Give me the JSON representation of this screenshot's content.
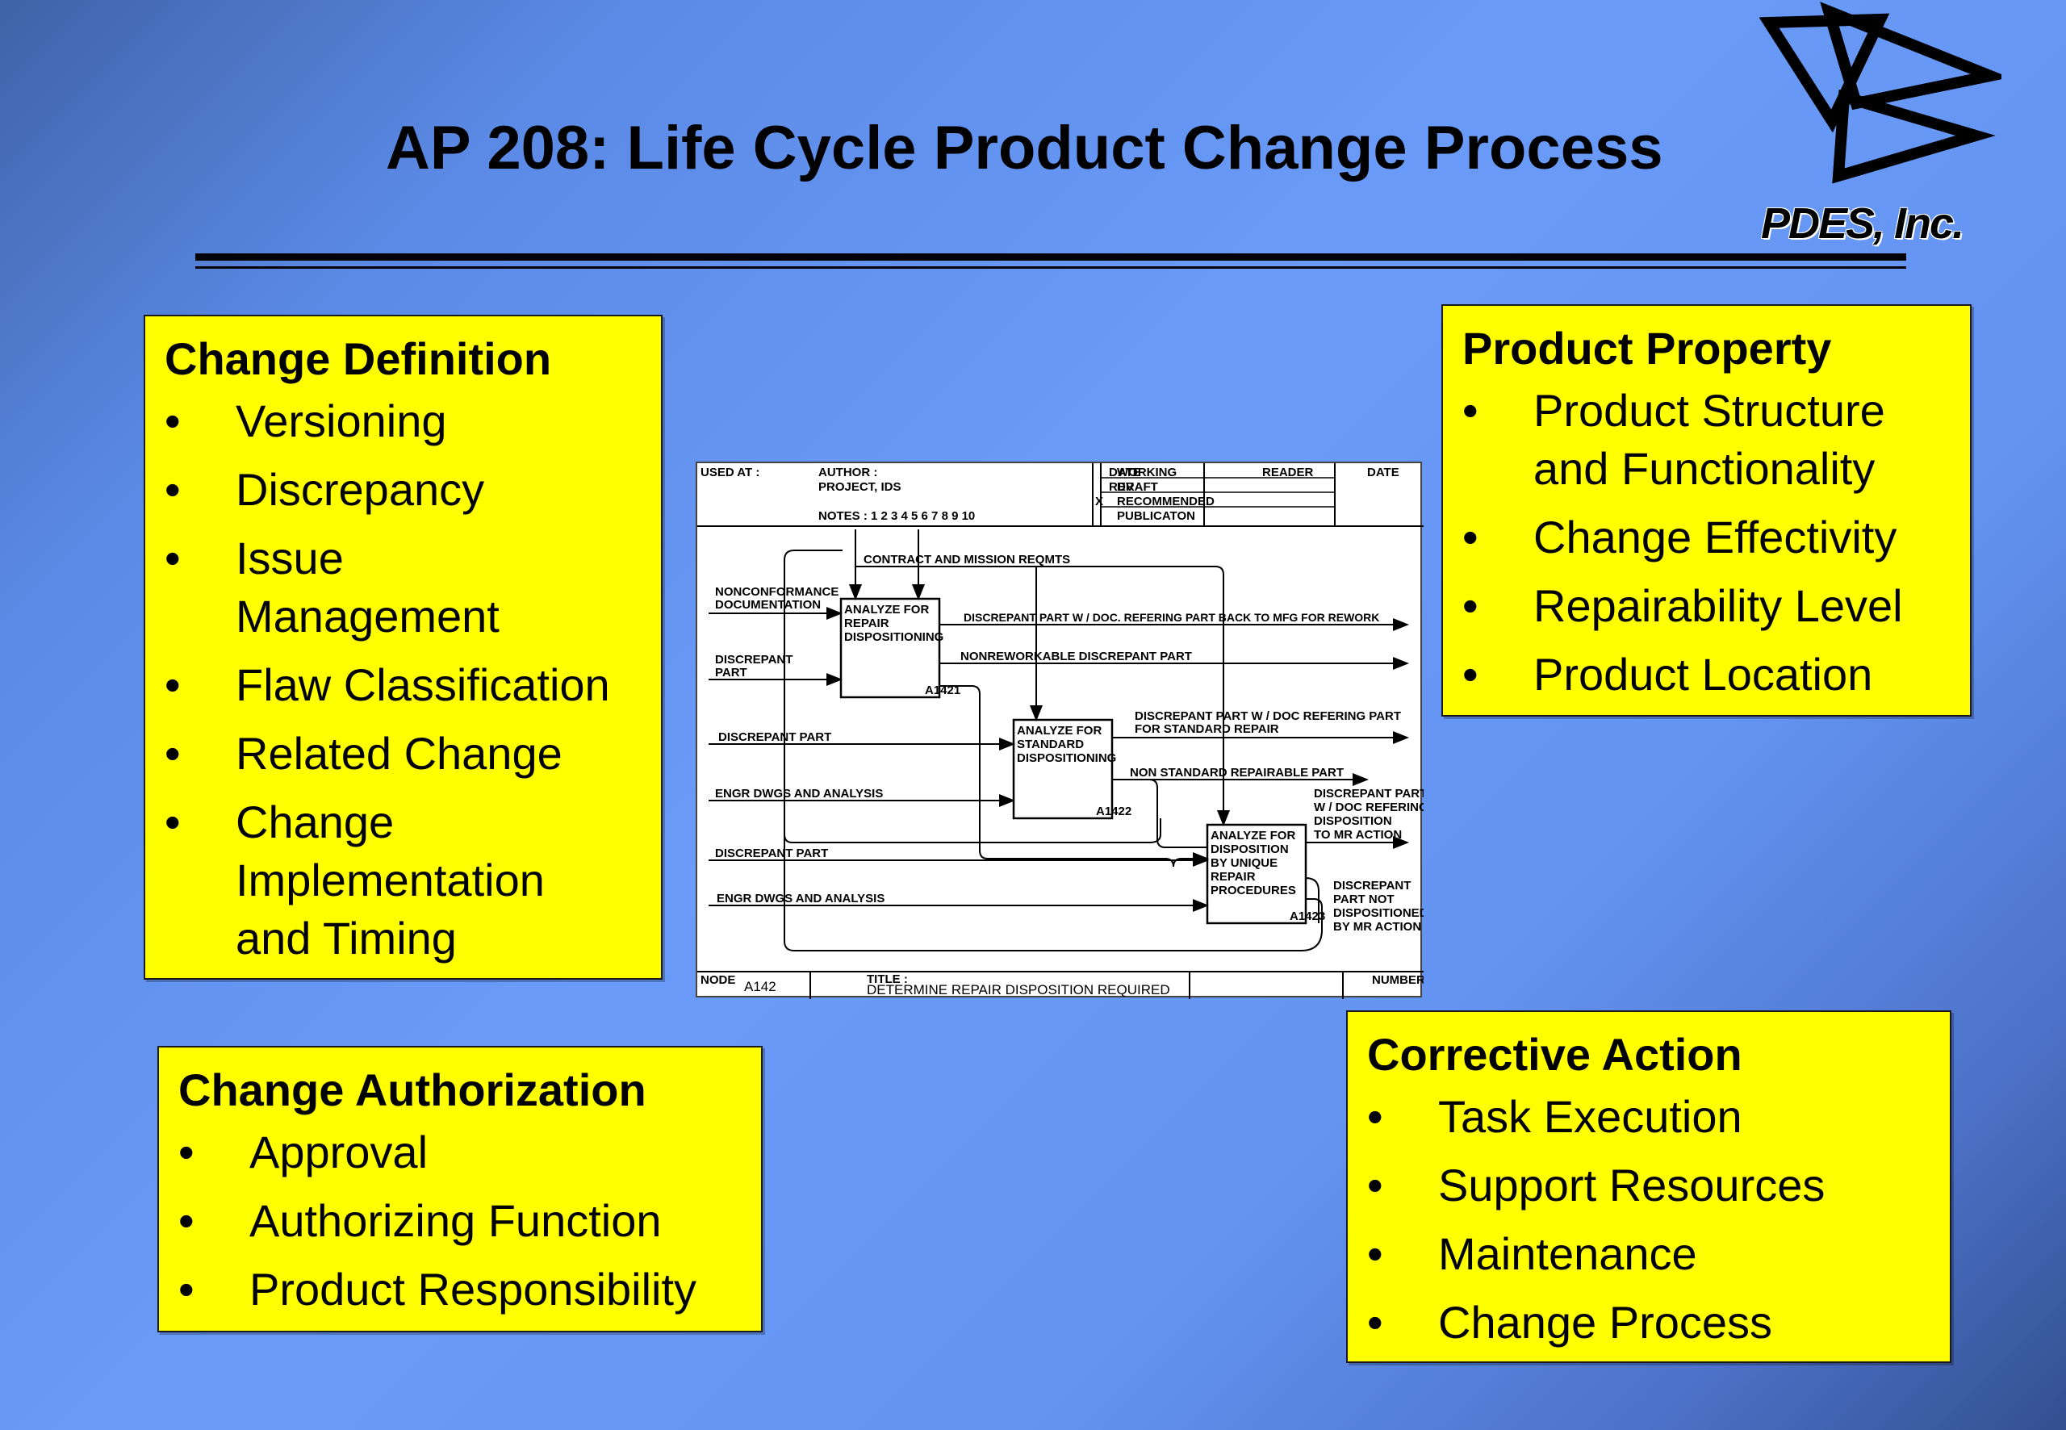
{
  "title": "AP 208:  Life Cycle Product Change Process",
  "logo": {
    "text": "PDES, Inc.",
    "icon": "pdes-triangles-logo"
  },
  "boxes": {
    "change_definition": {
      "heading": "Change Definition",
      "items": [
        "Versioning",
        "Discrepancy",
        "Issue Management",
        "Flaw Classification",
        "Related Change",
        "Change Implementation and Timing"
      ]
    },
    "product_property": {
      "heading": "Product Property",
      "items": [
        "Product Structure and Functionality",
        "Change Effectivity",
        "Repairability Level",
        "Product Location"
      ]
    },
    "change_authorization": {
      "heading": "Change Authorization",
      "items": [
        "Approval",
        "Authorizing Function",
        "Product Responsibility"
      ]
    },
    "corrective_action": {
      "heading": "Corrective Action",
      "items": [
        "Task Execution",
        "Support Resources",
        "Maintenance",
        "Change Process"
      ]
    }
  },
  "diagram": {
    "header": {
      "used_at": "USED   AT :",
      "author": "AUTHOR :",
      "project": "PROJECT,  IDS",
      "notes": "NOTES :  1  2  3  4  5  6  7  8  9  10",
      "date": "DATE",
      "rev": "REV",
      "working": "WORKING",
      "draft": "DRAFT",
      "recommended": "RECOMMENDED",
      "recommended_mark": "X",
      "publication": "PUBLICATON",
      "reader": "READER",
      "date2": "DATE"
    },
    "footer": {
      "node_label": "NODE",
      "node": "A142",
      "title_label": "TITLE :",
      "title": "DETERMINE REPAIR DISPOSITION REQUIRED",
      "number_label": "NUMBER"
    },
    "boxes": [
      {
        "lines": [
          "ANALYZE FOR",
          "REPAIR",
          "DISPOSITIONING"
        ],
        "id": "A1421"
      },
      {
        "lines": [
          "ANALYZE FOR",
          "STANDARD",
          "DISPOSITIONING"
        ],
        "id": "A1422"
      },
      {
        "lines": [
          "ANALYZE FOR",
          "DISPOSITION",
          "BY UNIQUE",
          "REPAIR",
          "PROCEDURES"
        ],
        "id": "A1423"
      }
    ],
    "labels": {
      "control": "CONTRACT   AND  MISSION REQMTS",
      "in1a": "NONCONFORMANCE",
      "in1b": "DOCUMENTATION",
      "in2a": "DISCREPANT",
      "in2b": "PART",
      "out1": "DISCREPANT PART W / DOC. REFERING PART BACK TO MFG FOR REWORK",
      "out2": "NONREWORKABLE DISCREPANT PART",
      "in3": "DISCREPANT   PART",
      "in4": "ENGR   DWGS  AND  ANALYSIS",
      "out3a": "DISCREPANT PART W / DOC  REFERING PART",
      "out3b": "FOR STANDARD REPAIR",
      "out4": "NON STANDARD REPAIRABLE PART",
      "in5": "DISCREPANT   PART",
      "in6": "ENGR   DWGS  AND  ANALYSIS",
      "out5a": "DISCREPANT PART",
      "out5b": "W / DOC REFERING",
      "out5c": "DISPOSITION",
      "out5d": "TO MR ACTION",
      "out6a": "DISCREPANT",
      "out6b": "PART NOT",
      "out6c": "DISPOSITIONED",
      "out6d": "BY MR ACTION"
    }
  }
}
